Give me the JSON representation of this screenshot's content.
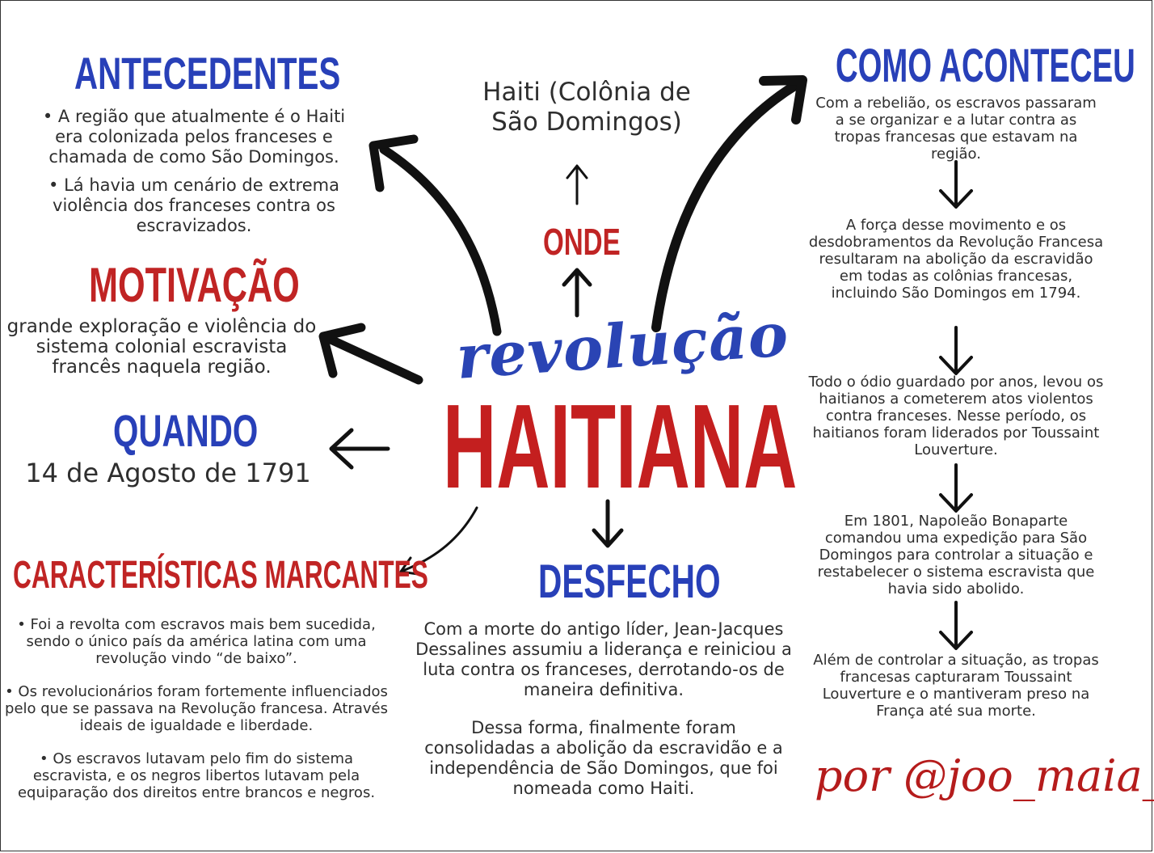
{
  "antecedentes": {
    "title": "ANTECEDENTES",
    "p1": "• A região que atualmente é o Haiti era colonizada pelos franceses e chamada de como São Domingos.",
    "p2": "• Lá havia um cenário de extrema violência dos franceses contra os escravizados."
  },
  "motivacao": {
    "title": "MOTIVAÇÃO",
    "text": "grande exploração e violência do sistema colonial escravista francês naquela região."
  },
  "quando": {
    "title": "QUANDO",
    "text": "14 de Agosto de 1791"
  },
  "caracteristicas": {
    "title": "CARACTERÍSTICAS MARCANTES",
    "p1": "• Foi a revolta com escravos mais bem sucedida, sendo o único país da américa latina com uma revolução vindo “de baixo”.",
    "p2": "• Os revolucionários foram fortemente influenciados pelo que se passava na Revolução francesa. Através ideais de igualdade e liberdade.",
    "p3": "• Os escravos lutavam pelo fim do sistema escravista, e os negros libertos lutavam pela equiparação dos direitos entre brancos e negros."
  },
  "onde": {
    "title": "ONDE",
    "text": "Haiti (Colônia de São Domingos)"
  },
  "center": {
    "script": "revolução",
    "main": "HAITIANA"
  },
  "desfecho": {
    "title": "DESFECHO",
    "p1": "Com a morte do antigo líder, Jean-Jacques Dessalines assumiu a liderança e reiniciou a luta contra os franceses, derrotando-os de maneira definitiva.",
    "p2": "Dessa forma, finalmente foram consolidadas a abolição da escravidão e a independência de São Domingos, que foi nomeada como Haiti."
  },
  "como": {
    "title": "COMO ACONTECEU",
    "steps": [
      "Com a rebelião, os escravos passaram a se organizar e a lutar contra as tropas francesas que estavam na região.",
      "A força desse movimento e os desdobramentos da Revolução Francesa resultaram na abolição da escravidão em todas as colônias francesas, incluindo São Domingos em 1794.",
      "Todo o ódio guardado por anos, levou os haitianos a cometerem atos violentos contra franceses. Nesse período, os haitianos foram liderados por Toussaint Louverture.",
      "Em 1801, Napoleão Bonaparte comandou uma expedição para São Domingos para controlar a situação e restabelecer o sistema escravista que havia sido abolido.",
      "Além de controlar a situação, as tropas francesas capturaram Toussaint Louverture e o mantiveram preso na França até sua morte."
    ]
  },
  "signature": "por @joo_maia_",
  "colors": {
    "blue": "#2840b8",
    "red": "#c02424",
    "text": "#2e2e2e"
  }
}
